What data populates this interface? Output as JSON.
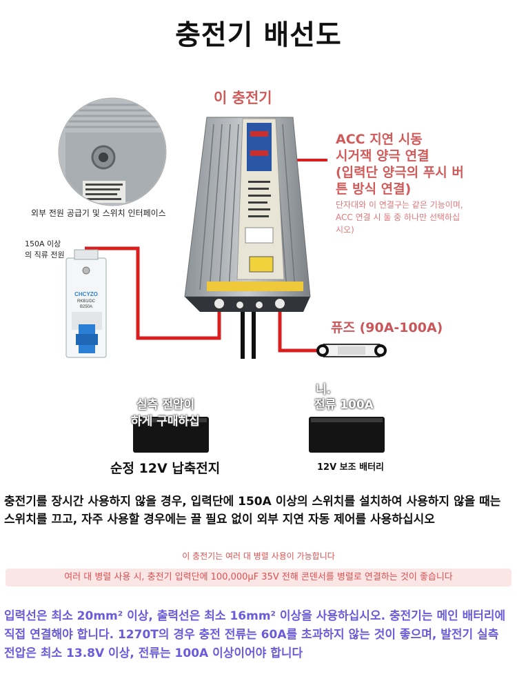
{
  "title": "충전기 배선도",
  "charger_label": "이 충전기",
  "acc": {
    "lines": [
      "ACC 지연 시동",
      "시거잭 양극 연결",
      "(입력단 양극의 푸시 버",
      "튼 방식 연결)"
    ],
    "sub_lines": [
      "단자대와 이 연결구는 같은 기능이며,",
      "ACC 연결 시 둘 중 하나만 선택하십",
      "시오)"
    ]
  },
  "interface_caption": "외부 전원 공급기 및 스위치 인터페이스",
  "breaker": {
    "caption_lines": [
      "150A 이상",
      "의 직류 전원"
    ],
    "brand": "CHCYZO",
    "model": "RKB1/DC",
    "rating": "B250A"
  },
  "fuse_label": "퓨즈 (90A-100A)",
  "partial_text": {
    "left_line1": "실측 전압이",
    "left_line2": "하게 구매하십",
    "right_line1": "니.",
    "right_line2": "전류 100A"
  },
  "battery_main_label": "순정 12V 납축전지",
  "battery_aux_label": "12V 보조 배터리",
  "note_switch": "충전기를 장시간 사용하지 않을 경우, 입력단에 150A 이상의 스위치를 설치하여 사용하지 않을 때는 스위치를 끄고, 자주 사용할 경우에는 끌 필요 없이 외부 지연 자동 제어를 사용하십시오",
  "note_parallel": "이 충전기는 여러 대 병렬 사용이 가능합니다",
  "note_capacitor": "여러 대 병렬 사용 시, 충전기 입력단에 100,000µF 35V 전해 콘덴서를 병렬로 연결하는 것이 좋습니다",
  "note_wire": "입력선은 최소 20mm² 이상, 출력선은 최소 16mm² 이상을 사용하십시오. 충전기는 메인 배터리에 직접 연결해야 합니다. 1270T의 경우 충전 전류는 60A를 초과하지 않는 것이 좋으며, 발전기 실측 전압은 최소 13.8V 이상, 전류는 100A 이상이어야 합니다",
  "colors": {
    "wire_red": "#d81e1e",
    "wire_black": "#111111",
    "accent_red": "#d05a5a",
    "note_purple": "#6a5bd8",
    "capacitor_bg": "#fbe6e6"
  }
}
